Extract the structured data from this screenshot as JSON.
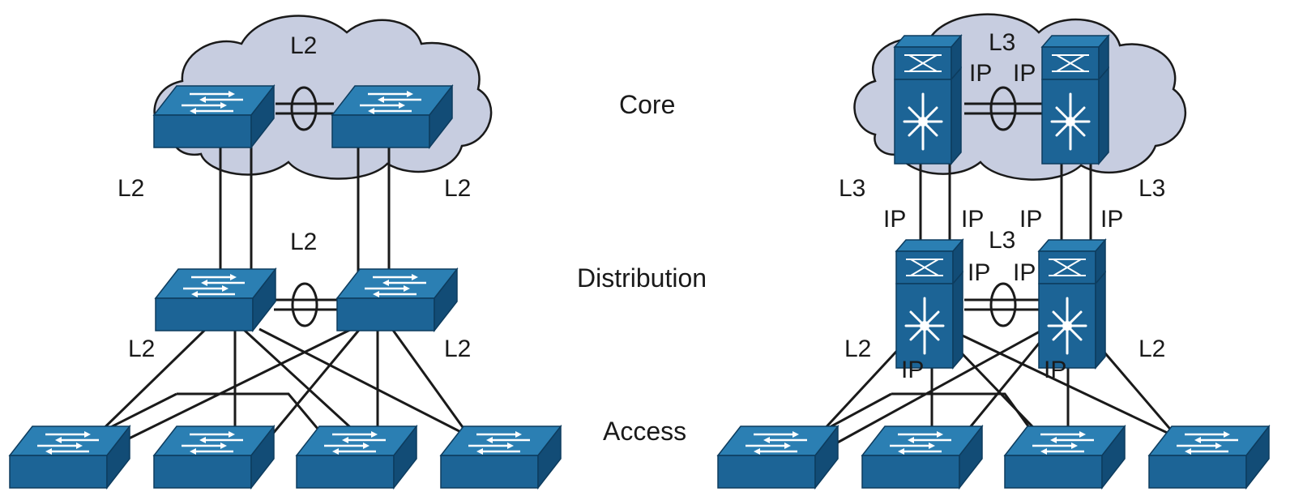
{
  "tiers": {
    "core": "Core",
    "distribution": "Distribution",
    "access": "Access"
  },
  "left_topology": {
    "cloud_label": "L2",
    "core_left_link": "L2",
    "core_right_link": "L2",
    "distribution_cloud_label": "L2",
    "access_left_link": "L2",
    "access_right_link": "L2"
  },
  "right_topology": {
    "cloud_label": "L3",
    "core_ip_left": "IP",
    "core_ip_right": "IP",
    "core_left_link": "L3",
    "core_right_link": "L3",
    "uplink_ip_1": "IP",
    "uplink_ip_2": "IP",
    "uplink_ip_3": "IP",
    "uplink_ip_4": "IP",
    "distribution_label": "L3",
    "distribution_ip_left": "IP",
    "distribution_ip_right": "IP",
    "access_left_link": "L2",
    "access_right_link": "L2",
    "access_ip_left": "IP",
    "access_ip_right": "IP"
  },
  "colors": {
    "device_top": "#2b7fb3",
    "device_front": "#1c6496",
    "device_side": "#124c76",
    "cloud_fill": "#c7cde0",
    "line": "#1a1a1a"
  }
}
